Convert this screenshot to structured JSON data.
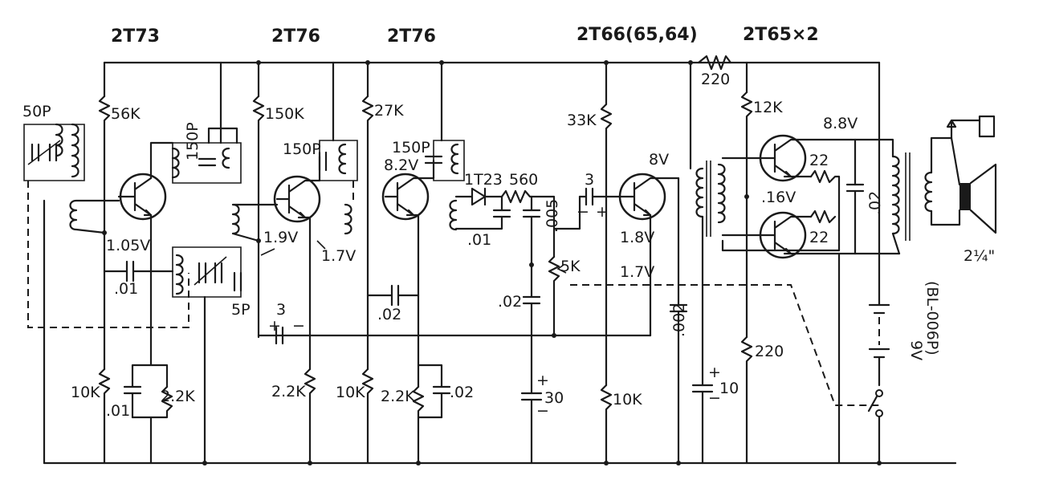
{
  "transistors": {
    "t1": "2T73",
    "t2": "2T76",
    "t3": "2T76",
    "t4": "2T66(65,64)",
    "t5": "2T65×2"
  },
  "labels": {
    "r_220_top": "220",
    "c_50p": "50P",
    "r_56k": "56K",
    "c_150p_a": "150P",
    "r_150k": "150K",
    "c_150p_b": "150P",
    "r_27k": "27K",
    "c_150p_c": "150P",
    "v_8_2": "8.2V",
    "diode": "1T23",
    "r_560": "560",
    "c_3_a": "3",
    "r_33k": "33K",
    "v_8": "8V",
    "r_12k": "12K",
    "v_8_8": "8.8V",
    "r_22_a": "22",
    "v_16": ".16V",
    "r_22_b": "22",
    "c_02_out": ".02",
    "v_1_05": "1.05V",
    "c_01_a": ".01",
    "v_1_9": "1.9V",
    "v_1_7_a": "1.7V",
    "c_01_b": ".01",
    "c_005": ".005",
    "pot_5k": "5K",
    "v_1_8": "1.8V",
    "v_1_7_b": "1.7V",
    "c_5p": "5P",
    "c_3_b": "3",
    "c_02_a": ".02",
    "c_02_b": ".02",
    "c_002": ".002",
    "r_220_b": "220",
    "battery": "9V",
    "battery_model": "(BL-006P)",
    "speaker": "2¼\"",
    "r_10k_a": "10K",
    "c_01_c": ".01",
    "r_2_2k_a": "2.2K",
    "r_2_2k_b": "2.2K",
    "r_10k_b": "10K",
    "r_2_2k_c": "2.2K",
    "c_02_c": ".02",
    "c_30": "30",
    "r_10k_c": "10K",
    "c_10": "10",
    "plus": "+",
    "minus": "−"
  }
}
